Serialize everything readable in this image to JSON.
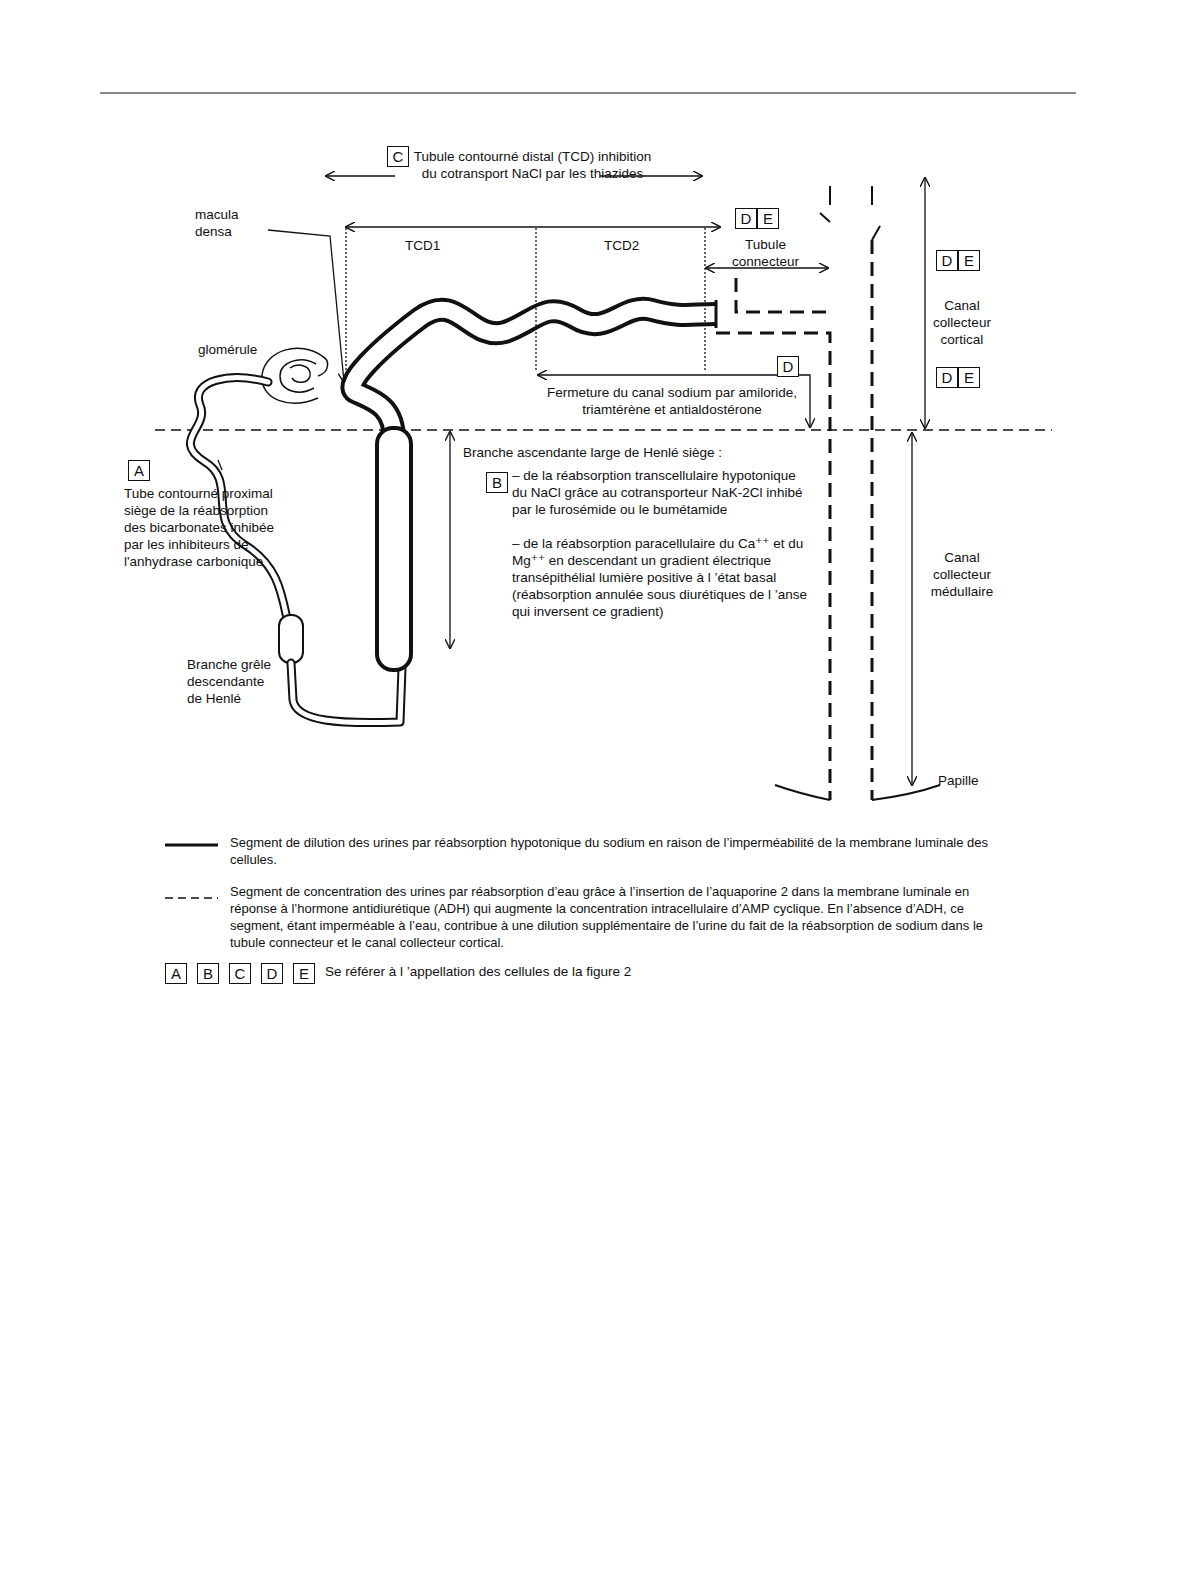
{
  "diagram": {
    "nodes": [
      {
        "text": [
          "C"
        ]
      },
      {
        "text": [
          "D"
        ]
      },
      {
        "text": [
          "E"
        ]
      },
      {
        "text": [
          "D"
        ]
      },
      {
        "text": [
          "E"
        ]
      },
      {
        "text": [
          "D"
        ]
      },
      {
        "text": [
          "D"
        ]
      },
      {
        "text": [
          "E"
        ]
      },
      {
        "text": [
          "A"
        ]
      },
      {
        "text": [
          "B"
        ]
      },
      {
        "text": [
          "A"
        ]
      },
      {
        "text": [
          "B"
        ]
      },
      {
        "text": [
          "C"
        ]
      },
      {
        "text": [
          "D"
        ]
      },
      {
        "text": [
          "E"
        ]
      }
    ],
    "labels": [
      "Tubule contourné distal (TCD) inhibition du cotransport NaCl par les thiazides",
      "macula densa",
      "TCD1",
      "TCD2",
      "Tubule connecteur",
      "Canal collecteur cortical",
      "glomérule",
      "Fermeture du canal sodium par amiloride, triamtérène et antialdostérone",
      "Branche ascendante large de Henlé siège :",
      "– de la réabsorption transcellulaire hypotonique du NaCl grâce au cotransporteur NaK-2Cl inhibé par le furosémide ou le bumétamide",
      "– de la réabsorption paracellulaire du Ca⁺⁺ et du Mg⁺⁺ en descendant un gradient électrique transépithélial lumière positive à l ’état basal (réabsorption annulée sous diurétiques de l ’anse qui inversent ce gradient)",
      "Tube contourné proximal siège de la réabsorption des bicarbonates inhibée par les inhibiteurs de l'anhydrase carbonique",
      "Branche grêle descendante de Henlé",
      "Canal collecteur médullaire",
      "Papille",
      "Se référer à l ’appellation des cellules de la figure 2"
    ],
    "legend": [
      {
        "text": "Segment de dilution des urines par réabsorption hypotonique du sodium en raison de l’imperméabilité de la membrane luminale des cellules."
      },
      {
        "text": "Segment de concentration des urines par réabsorption d’eau grâce à l’insertion de l’aquaporine 2 dans la membrane luminale en réponse à l’hormone antidiurétique (ADH) qui augmente la concentration intracellulaire d’AMP cyclique. En l’absence d’ADH, ce segment, étant imperméable à l’eau, contribue à une dilution supplémentaire de l’urine du fait de la réabsorption de sodium dans le tubule connecteur et le canal collecteur cortical."
      }
    ]
  }
}
